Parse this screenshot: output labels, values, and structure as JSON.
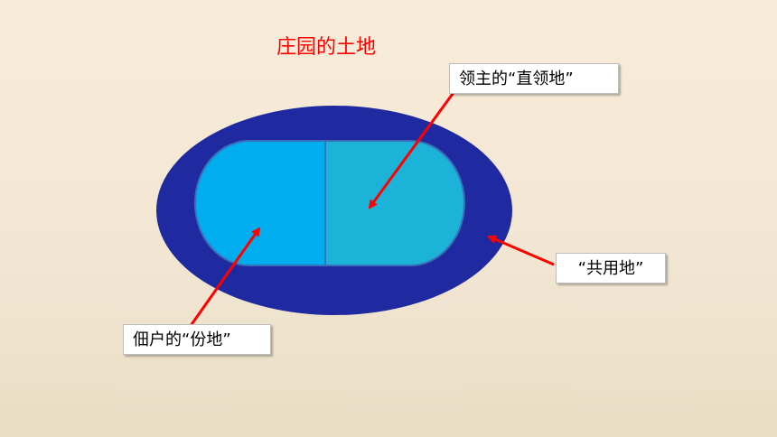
{
  "title": "庄园的土地",
  "labels": {
    "lord_demesne": "领主的“直领地”",
    "common_land": "“共用地”",
    "peasant_share": "佃户的“份地”"
  },
  "colors": {
    "title": "#ff0000",
    "outer_ellipse": "#1f2aa0",
    "left_field": "#00aeef",
    "right_field": "#1bb3d8",
    "field_border": "#3a70b8",
    "arrow": "#ff0000",
    "background_top": "#f7ecd9",
    "background_bottom": "#e9ddc3"
  }
}
